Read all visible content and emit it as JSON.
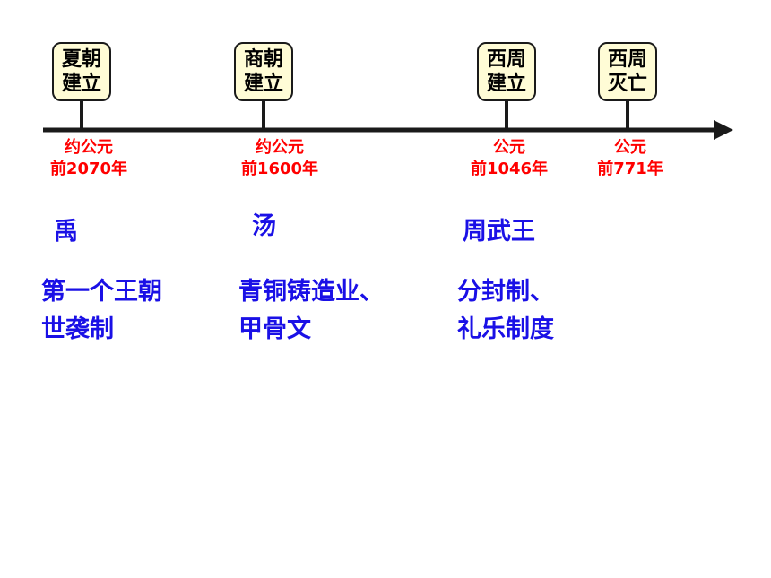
{
  "colors": {
    "axis": "#1a1a1a",
    "box_fill": "#fffcd6",
    "date": "#ff0000",
    "note": "#1a10e6"
  },
  "events": [
    {
      "box_line1": "夏朝",
      "box_line2": "建立",
      "date_line1": "约公元",
      "date_line2": "前2070年",
      "person": "禹",
      "notes": [
        "第一个王朝",
        "世袭制"
      ]
    },
    {
      "box_line1": "商朝",
      "box_line2": "建立",
      "date_line1": "约公元",
      "date_line2": "前1600年",
      "person": "汤",
      "notes": [
        "青铜铸造业、",
        "甲骨文"
      ]
    },
    {
      "box_line1": "西周",
      "box_line2": "建立",
      "date_line1": "公元",
      "date_line2": "前1046年",
      "person": "周武王",
      "notes": [
        "分封制、",
        "礼乐制度"
      ]
    },
    {
      "box_line1": "西周",
      "box_line2": "灭亡",
      "date_line1": "公元",
      "date_line2": "前771年",
      "person": "",
      "notes": []
    }
  ]
}
